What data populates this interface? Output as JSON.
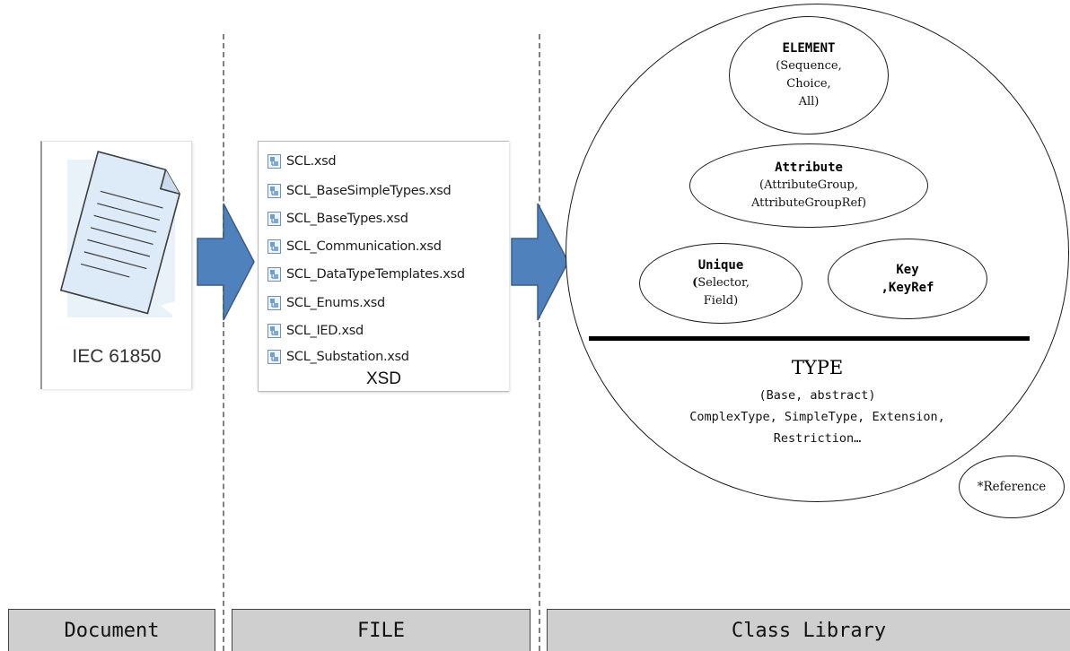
{
  "document_panel": {
    "caption": "IEC 61850",
    "icon": "document-icon",
    "footer_label": "Document"
  },
  "file_panel": {
    "files": [
      "SCL.xsd",
      "SCL_BaseSimpleTypes.xsd",
      "SCL_BaseTypes.xsd",
      "SCL_Communication.xsd",
      "SCL_DataTypeTemplates.xsd",
      "SCL_Enums.xsd",
      "SCL_IED.xsd",
      "SCL_Substation.xsd"
    ],
    "file_icon": "xsd-file-icon",
    "caption": "XSD",
    "footer_label": "FILE"
  },
  "class_library": {
    "element": {
      "title": "ELEMENT",
      "sub": "(Sequence,\nChoice,\nAll)"
    },
    "attribute": {
      "title": "Attribute",
      "sub": "(AttributeGroup,\nAttributeGroupRef)"
    },
    "unique": {
      "title": "Unique",
      "open_paren": "(",
      "sub_line1": "Selector,",
      "sub_line2": "Field)"
    },
    "key": {
      "title_line1": "Key",
      "title_line2": ",KeyRef"
    },
    "type": {
      "title": "TYPE",
      "line1": "(Base, abstract)",
      "line2": "ComplexType, SimpleType, Extension,",
      "line3": "Restriction…"
    },
    "reference": "*Reference",
    "footer_label": "Class Library"
  },
  "colors": {
    "arrow_fill": "#4f81bd",
    "arrow_stroke": "#385d8a",
    "footer_bg": "#cfcfcf",
    "divider": "#808080",
    "doc_icon_fill": "#dcebf7",
    "doc_icon_stroke": "#3d3d3d"
  }
}
